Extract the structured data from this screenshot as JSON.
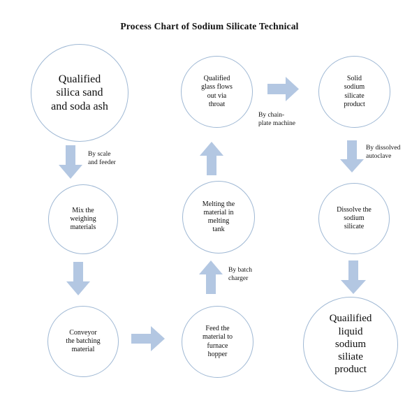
{
  "title": "Process Chart of Sodium Silicate Technical",
  "colors": {
    "arrow_fill": "#b3c7e2",
    "circle_stroke": "#9fb8d4",
    "text": "#0d0d0d",
    "background": "#ffffff"
  },
  "nodes": [
    {
      "id": "qualified-raw-materials",
      "label": "Qualified\nsilica sand\nand soda ash"
    },
    {
      "id": "qualified-glass-flows",
      "label": "Qualified\nglass flows\nout via\nthroat"
    },
    {
      "id": "solid-sodium-silicate-product",
      "label": "Solid\nsodium\nsilicate\nproduct"
    },
    {
      "id": "mix-weighing-materials",
      "label": "Mix the\nweighing\nmaterials"
    },
    {
      "id": "melting-material",
      "label": "Melting the\nmaterial in\nmelting\ntank"
    },
    {
      "id": "dissolve-sodium-silicate",
      "label": "Dissolve the\nsodium\nsilicate"
    },
    {
      "id": "conveyor-batching-material",
      "label": "Conveyor\nthe batching\nmaterial"
    },
    {
      "id": "feed-material-furnace-hopper",
      "label": "Feed the\nmaterial to\nfurnace\nhopper"
    },
    {
      "id": "qualified-liquid-product",
      "label": "Quailified\nliquid\nsodium\nsiliate\nproduct"
    }
  ],
  "arrows": [
    {
      "id": "raw-to-mix",
      "direction": "down",
      "label": "By scale\nand feeder"
    },
    {
      "id": "mix-to-conveyor",
      "direction": "down",
      "label": ""
    },
    {
      "id": "conveyor-to-feed",
      "direction": "right",
      "label": ""
    },
    {
      "id": "feed-to-melting",
      "direction": "up",
      "label": "By batch\ncharger"
    },
    {
      "id": "melting-to-glass",
      "direction": "up",
      "label": ""
    },
    {
      "id": "glass-to-solid",
      "direction": "right",
      "label": "By chain-\nplate machine"
    },
    {
      "id": "solid-to-dissolve",
      "direction": "down",
      "label": "By dissolved\nautoclave"
    },
    {
      "id": "dissolve-to-liquid",
      "direction": "down",
      "label": ""
    }
  ]
}
